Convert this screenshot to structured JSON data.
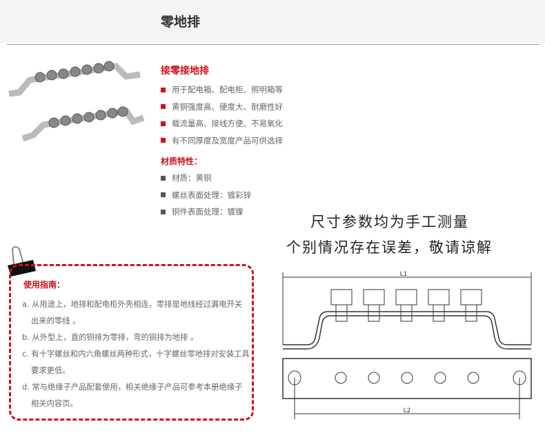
{
  "header": {
    "title": "零地排"
  },
  "product": {
    "name": "接零接地排",
    "features": [
      "用于配电箱、配电柜、照明箱等",
      "黄铜强度高、硬度大、耐磨性好",
      "载流量高、接线方便、不易氧化",
      "有不同厚度及宽度产品可供选择"
    ],
    "material_title": "材质特性：",
    "materials": [
      "材质：黄铜",
      "螺丝表面处理：镀彩锌",
      "铜件表面处理：镀镍"
    ]
  },
  "notice": {
    "line1": "尺寸参数均为手工测量",
    "line2": "个别情况存在误差，敬请谅解"
  },
  "guide": {
    "title": "使用指南：",
    "items": [
      "a. 从用途上，地排和配电柜外壳相连，零排是地线经过漏电开关出来的零线 。",
      "b. 从外型上，直的铜排为零排，弯的铜排为地排 。",
      "c. 有十字螺丝和内六角螺丝两种形式，十字螺丝零地排对安装工具要求更低。",
      "d. 常与绝缘子产品配套使用，相关绝缘子产品可参考本册绝缘子相关内容页。"
    ]
  },
  "diagram": {
    "l1": "L1",
    "l2": "L2"
  },
  "colors": {
    "accent": "#d0101b",
    "bullet_gray": "#555555"
  }
}
